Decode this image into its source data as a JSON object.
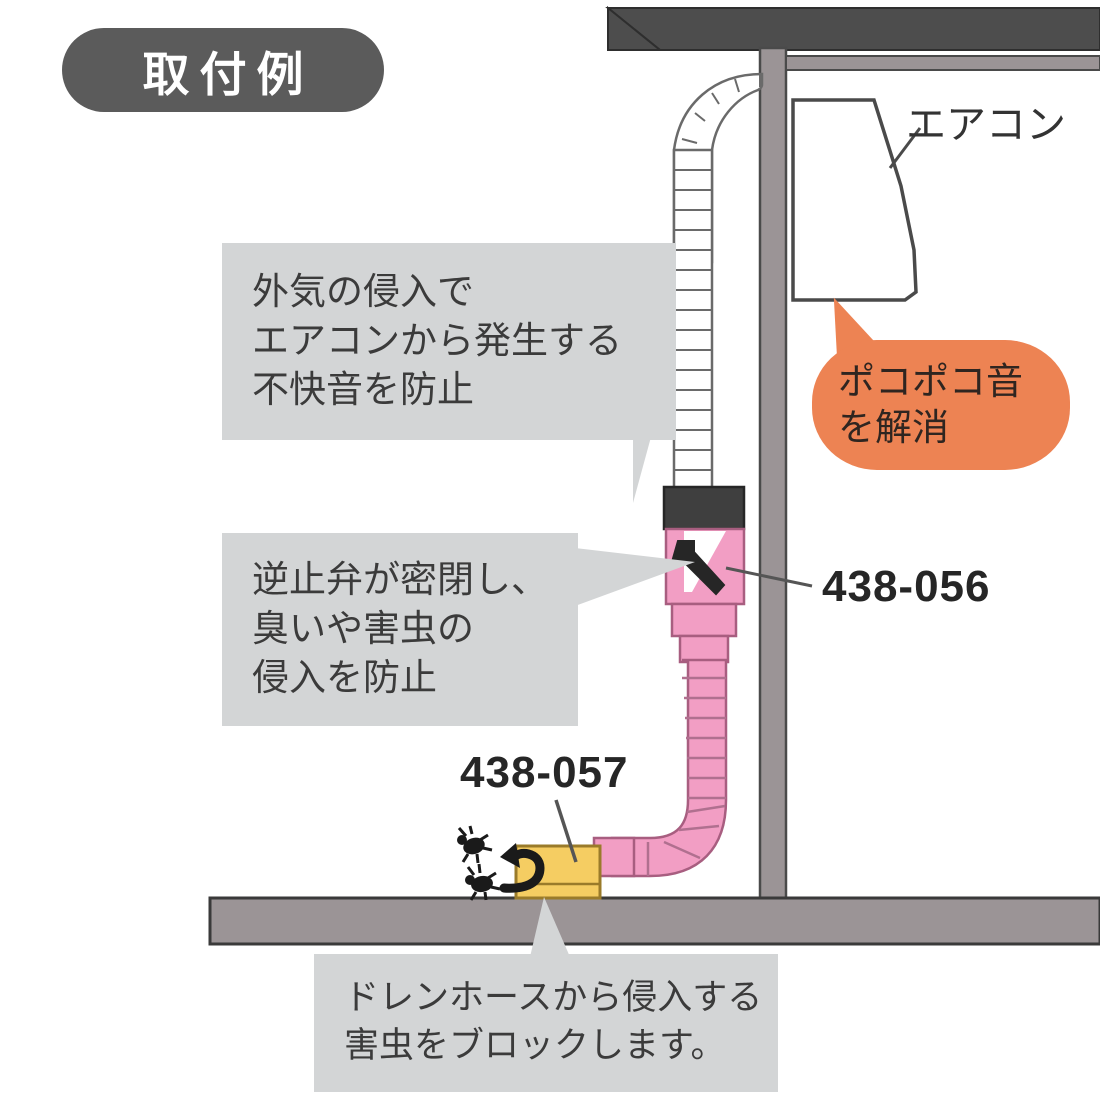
{
  "badge": {
    "label": "取付例"
  },
  "callouts": {
    "noise": {
      "lines": [
        "外気の侵入で",
        "エアコンから発生する",
        "不快音を防止"
      ]
    },
    "valve": {
      "lines": [
        "逆止弁が密閉し、",
        "臭いや害虫の",
        "侵入を防止"
      ]
    },
    "insect": {
      "lines": [
        "ドレンホースから侵入する",
        "害虫をブロックします。"
      ]
    }
  },
  "balloon": {
    "lines": [
      "ポコポコ音",
      "を解消"
    ]
  },
  "labels": {
    "aircon": "エアコン",
    "part_upper": "438-056",
    "part_lower": "438-057"
  },
  "colors": {
    "badge_bg": "#5b5b5b",
    "callout_bg": "#d3d5d6",
    "balloon_bg": "#ed8353",
    "hose_pink": "#f29ec4",
    "hose_pink_rib": "#b0708f",
    "blocker_yellow": "#f5cd62",
    "blocker_outline": "#9a7b2a",
    "wall_gray": "#9b9496",
    "roof_dark": "#4d4d4d",
    "connector_dark": "#3f3f3f",
    "text_dark": "#3b3b3b"
  },
  "icons": {
    "insect_left": "insect-icon",
    "insect_right": "insect-icon",
    "blocked_arrow": "blocked-arrow-icon"
  }
}
